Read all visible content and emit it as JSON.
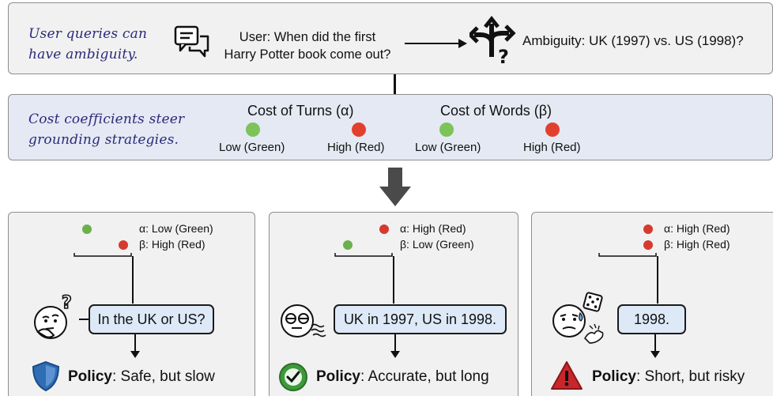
{
  "top": {
    "note_line1": "User queries can",
    "note_line2": "have ambiguity.",
    "query_line1": "User: When did the first",
    "query_line2": "Harry Potter book come out?",
    "ambiguity": "Ambiguity: UK (1997) vs. US (1998)?"
  },
  "cost": {
    "note_line1": "Cost coefficients steer",
    "note_line2": "grounding strategies.",
    "turns": {
      "title": "Cost of Turns (α)",
      "low": "Low (Green)",
      "high": "High (Red)"
    },
    "words": {
      "title": "Cost of Words (β)",
      "low": "Low (Green)",
      "high": "High (Red)"
    }
  },
  "cards": [
    {
      "alpha": "α: Low (Green)",
      "beta": "β: High (Red)",
      "alpha_level": 0.2,
      "beta_level": 0.9,
      "reply": "In the UK or US?",
      "policy_label": "Policy",
      "policy_text": ": Safe, but slow"
    },
    {
      "alpha": "α: High (Red)",
      "beta": "β: Low (Green)",
      "alpha_level": 0.9,
      "beta_level": 0.2,
      "reply": "UK in 1997, US in 1998.",
      "policy_label": "Policy",
      "policy_text": ": Accurate, but long"
    },
    {
      "alpha": "α: High (Red)",
      "beta": "β: High (Red)",
      "alpha_level": 0.9,
      "beta_level": 0.9,
      "reply": "1998.",
      "policy_label": "Policy",
      "policy_text": ": Short, but risky"
    }
  ],
  "colors": {
    "low": "#6ab04c",
    "high": "#d63a2f",
    "panel_top": "#f1f1f1",
    "panel_cost": "#e4e9f3",
    "bubble": "#dde9f7",
    "shield": "#2f6db5",
    "check": "#3d9a3a",
    "warning": "#c8262a"
  }
}
